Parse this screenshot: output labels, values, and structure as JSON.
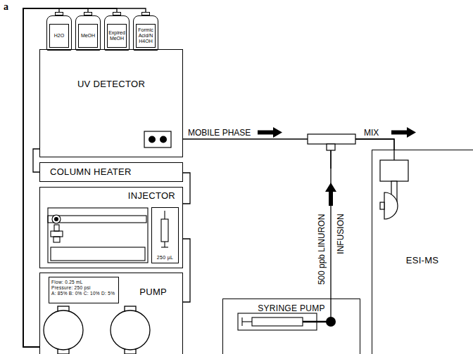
{
  "diagram": {
    "nodes": [
      {
        "text": [
          "H2O"
        ]
      },
      {
        "text": [
          "MeOH"
        ]
      },
      {
        "text": [
          "Expired MeOH"
        ]
      },
      {
        "text": [
          "Formic Acid/NH4OH"
        ]
      },
      {
        "text": [
          "UV DETECTOR"
        ]
      },
      {
        "text": [
          "COLUMN HEATER"
        ]
      },
      {
        "text": [
          "INJECTOR"
        ]
      },
      {
        "text": [
          "250 µL"
        ],
        "in": 6
      },
      {
        "text": [
          "PUMP"
        ]
      },
      {
        "text": [
          "Flow: 0.25 mL",
          "Pressure: 250 psi",
          "A: 85% B: 0% C: 10% D: 5%"
        ],
        "in": 8
      },
      {
        "text": [
          "SYRINGE PUMP"
        ]
      },
      {
        "text": [
          "ESI-MS"
        ]
      }
    ],
    "edges": [
      {
        "from": 0,
        "to": 8,
        "arrow": "none"
      },
      {
        "from": 1,
        "to": 8,
        "arrow": "none"
      },
      {
        "from": 2,
        "to": 8,
        "arrow": "none"
      },
      {
        "from": 3,
        "to": 8,
        "arrow": "none"
      },
      {
        "from": 8,
        "to": 6,
        "arrow": "none"
      },
      {
        "from": 6,
        "to": 5,
        "arrow": "none"
      },
      {
        "from": 5,
        "to": 4,
        "arrow": "none"
      },
      {
        "from": 4,
        "to": 11,
        "arrow": "none"
      },
      {
        "from": 10,
        "to": 11,
        "arrow": "none"
      }
    ],
    "labels": [
      "a",
      "MOBILE PHASE",
      "MIX",
      "500 ppb LINURON",
      "INFUSION"
    ]
  }
}
